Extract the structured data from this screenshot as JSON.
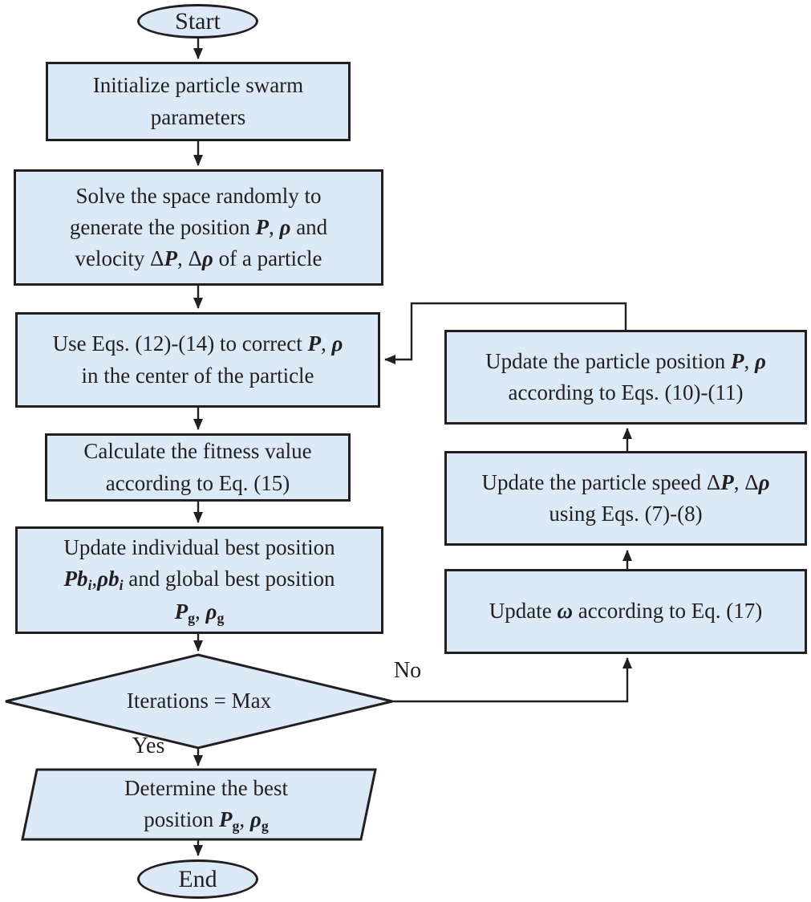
{
  "palette": {
    "node_fill": "#dce9f6",
    "node_border": "#231f20",
    "text_color": "#231f20",
    "canvas_bg": "#ffffff"
  },
  "diagram_type": "flowchart",
  "edges": {
    "yes_label": "Yes",
    "no_label": "No"
  },
  "nodes": {
    "start": {
      "label": "Start",
      "shape": "ellipse"
    },
    "end": {
      "label": "End",
      "shape": "ellipse"
    },
    "init": {
      "shape": "process",
      "lines": [
        [
          {
            "t": "Initialize particle swarm",
            "s": "p"
          }
        ],
        [
          {
            "t": "parameters",
            "s": "p"
          }
        ]
      ]
    },
    "solve": {
      "shape": "process",
      "lines": [
        [
          {
            "t": "Solve the space randomly to",
            "s": "p"
          }
        ],
        [
          {
            "t": "generate the position ",
            "s": "p"
          },
          {
            "t": "P",
            "s": "bi"
          },
          {
            "t": ", ",
            "s": "p"
          },
          {
            "t": "ρ",
            "s": "bi"
          },
          {
            "t": " and",
            "s": "p"
          }
        ],
        [
          {
            "t": "velocity Δ",
            "s": "p"
          },
          {
            "t": "P",
            "s": "bi"
          },
          {
            "t": ", Δ",
            "s": "p"
          },
          {
            "t": "ρ",
            "s": "bi"
          },
          {
            "t": " of a particle",
            "s": "p"
          }
        ]
      ]
    },
    "correct": {
      "shape": "process",
      "lines": [
        [
          {
            "t": "Use Eqs. (12)-(14) to correct ",
            "s": "p"
          },
          {
            "t": "P",
            "s": "bi"
          },
          {
            "t": ", ",
            "s": "p"
          },
          {
            "t": "ρ",
            "s": "bi"
          }
        ],
        [
          {
            "t": "in the center of the particle",
            "s": "p"
          }
        ]
      ]
    },
    "fitness": {
      "shape": "process",
      "lines": [
        [
          {
            "t": "Calculate the fitness value",
            "s": "p"
          }
        ],
        [
          {
            "t": "according to Eq. (15)",
            "s": "p"
          }
        ]
      ]
    },
    "best": {
      "shape": "process",
      "lines": [
        [
          {
            "t": "Update individual best position",
            "s": "p"
          }
        ],
        [
          {
            "t": "Pb",
            "s": "bi"
          },
          {
            "t": "i",
            "s": "isub"
          },
          {
            "t": ",",
            "s": "p"
          },
          {
            "t": "ρb",
            "s": "bi"
          },
          {
            "t": "i",
            "s": "isub"
          },
          {
            "t": " and global best position",
            "s": "p"
          }
        ],
        [
          {
            "t": "P",
            "s": "bi"
          },
          {
            "t": "g",
            "s": "sub"
          },
          {
            "t": ", ",
            "s": "p"
          },
          {
            "t": "ρ",
            "s": "bi"
          },
          {
            "t": "g",
            "s": "sub"
          }
        ]
      ]
    },
    "decision": {
      "label": "Iterations = Max",
      "shape": "decision"
    },
    "determine": {
      "shape": "input-output",
      "lines": [
        [
          {
            "t": "Determine the best",
            "s": "p"
          }
        ],
        [
          {
            "t": "position ",
            "s": "p"
          },
          {
            "t": "P",
            "s": "bi"
          },
          {
            "t": "g",
            "s": "sub"
          },
          {
            "t": ", ",
            "s": "p"
          },
          {
            "t": "ρ",
            "s": "bi"
          },
          {
            "t": "g",
            "s": "sub"
          }
        ]
      ]
    },
    "update_position": {
      "shape": "process",
      "lines": [
        [
          {
            "t": "Update the particle position ",
            "s": "p"
          },
          {
            "t": "P",
            "s": "bi"
          },
          {
            "t": ", ",
            "s": "p"
          },
          {
            "t": "ρ",
            "s": "bi"
          }
        ],
        [
          {
            "t": "according to Eqs. (10)-(11)",
            "s": "p"
          }
        ]
      ]
    },
    "update_speed": {
      "shape": "process",
      "lines": [
        [
          {
            "t": "Update the particle speed Δ",
            "s": "p"
          },
          {
            "t": "P",
            "s": "bi"
          },
          {
            "t": ", Δ",
            "s": "p"
          },
          {
            "t": "ρ",
            "s": "bi"
          }
        ],
        [
          {
            "t": "using Eqs. (7)-(8)",
            "s": "p"
          }
        ]
      ]
    },
    "update_omega": {
      "shape": "process",
      "lines": [
        [
          {
            "t": "Update ",
            "s": "p"
          },
          {
            "t": "ω",
            "s": "bi"
          },
          {
            "t": " according to Eq. (17)",
            "s": "p"
          }
        ]
      ]
    }
  }
}
